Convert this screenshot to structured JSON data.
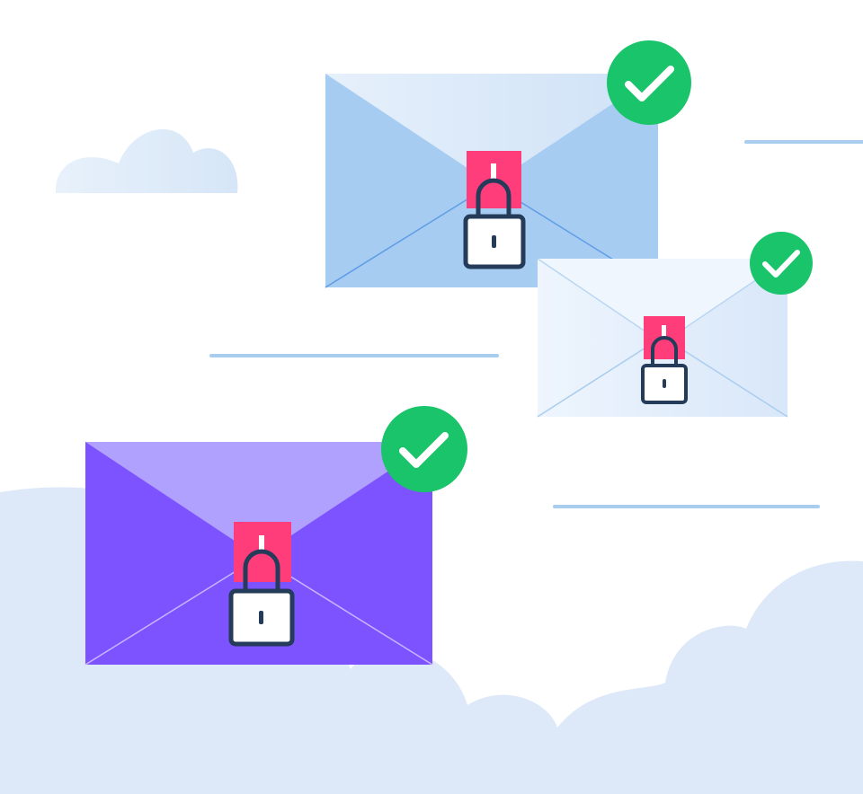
{
  "scene": {
    "icons": [
      "cloud-icon",
      "envelope-icon",
      "padlock-icon",
      "checkmark-icon"
    ],
    "colors": {
      "background": "#ffffff",
      "cloud": "#dde9f8",
      "cloud_small": "#dbe8f7",
      "divider_line": "#a9cdef",
      "envelope_blue_body": "#a7ccf2",
      "envelope_blue_flap": "#d9e8f9",
      "envelope_light_body": "#e3eefb",
      "envelope_light_flap": "#f0f6fd",
      "envelope_purple_body": "#7d53ff",
      "envelope_purple_flap": "#b0a1ff",
      "seal_pink": "#ff3d7a",
      "lock_outline": "#243b5a",
      "lock_body": "#ffffff",
      "check_green": "#19c46a",
      "check_mark": "#ffffff"
    },
    "envelopes": [
      {
        "id": "envelope-large-blue",
        "variant": "blue",
        "verified": true,
        "locked": true
      },
      {
        "id": "envelope-small-light",
        "variant": "light",
        "verified": true,
        "locked": true
      },
      {
        "id": "envelope-purple",
        "variant": "purple",
        "verified": true,
        "locked": true
      }
    ]
  }
}
